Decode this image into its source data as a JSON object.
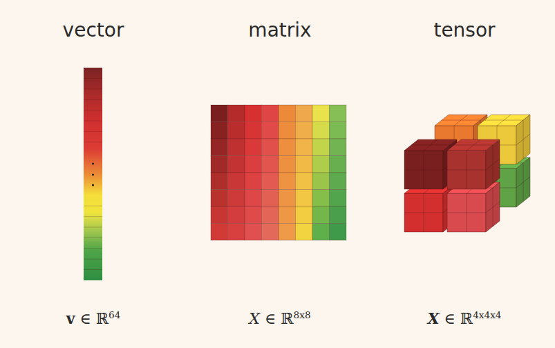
{
  "diagram": {
    "labels": [
      "vector",
      "matrix",
      "tensor",
      "v ∈ ℝ64",
      "X ∈ ℝ8x8",
      "X ∈ ℝ4x4x4"
    ]
  }
}
